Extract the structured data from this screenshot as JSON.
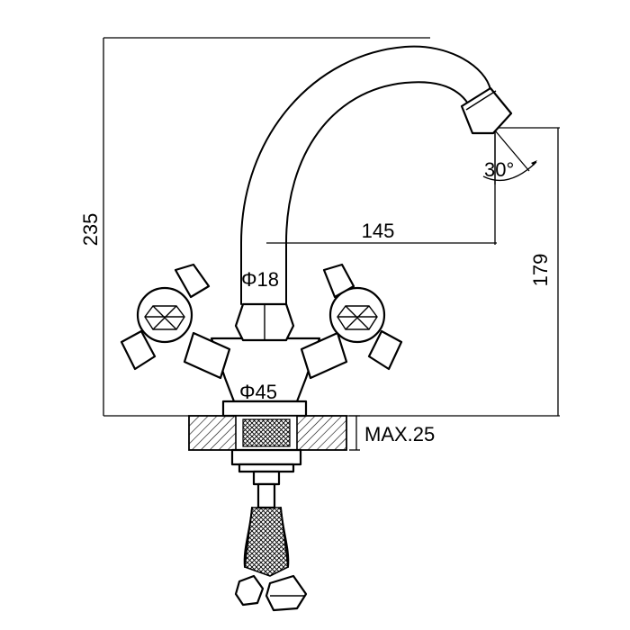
{
  "dimensions": {
    "total_height": "235",
    "spout_reach": "145",
    "spout_height": "179",
    "spout_angle": "30°",
    "spout_diameter": "Φ18",
    "base_diameter": "Φ45",
    "max_mount_thickness": "MAX.25"
  }
}
